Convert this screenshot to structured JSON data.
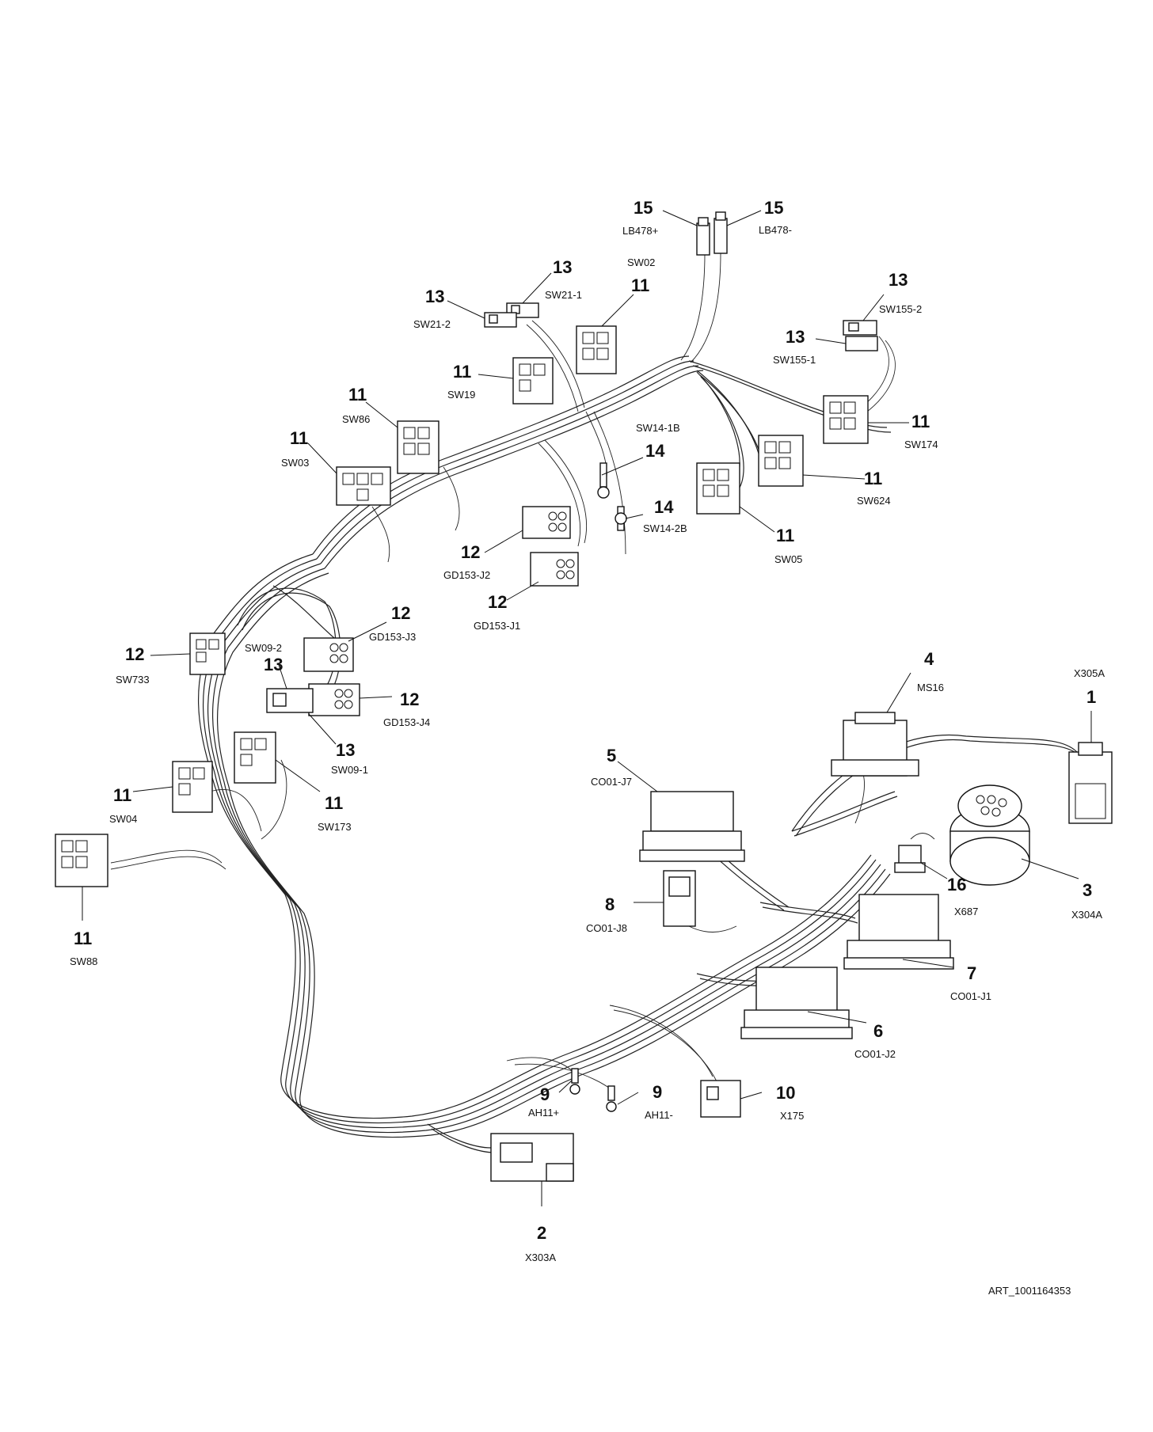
{
  "art_id": "ART_1001164353",
  "callouts": [
    {
      "id": "c15a",
      "number": "15",
      "code": "LB478+"
    },
    {
      "id": "c15b",
      "number": "15",
      "code": "LB478-"
    },
    {
      "id": "sw02",
      "number": "",
      "code": "SW02"
    },
    {
      "id": "c13a",
      "number": "13",
      "code": "SW21-1"
    },
    {
      "id": "c13b",
      "number": "13",
      "code": "SW21-2"
    },
    {
      "id": "c11a",
      "number": "11",
      "code": ""
    },
    {
      "id": "c13c",
      "number": "13",
      "code": "SW155-2"
    },
    {
      "id": "c13d",
      "number": "13",
      "code": "SW155-1"
    },
    {
      "id": "c11b",
      "number": "11",
      "code": "SW19"
    },
    {
      "id": "c11c",
      "number": "11",
      "code": "SW86"
    },
    {
      "id": "sw141b",
      "number": "",
      "code": "SW14-1B"
    },
    {
      "id": "c11d",
      "number": "11",
      "code": "SW174"
    },
    {
      "id": "c11e",
      "number": "11",
      "code": "SW03"
    },
    {
      "id": "c14a",
      "number": "14",
      "code": ""
    },
    {
      "id": "c11f",
      "number": "11",
      "code": "SW624"
    },
    {
      "id": "c14b",
      "number": "14",
      "code": "SW14-2B"
    },
    {
      "id": "c12a",
      "number": "12",
      "code": "GD153-J2"
    },
    {
      "id": "c11g",
      "number": "11",
      "code": "SW05"
    },
    {
      "id": "c12b",
      "number": "12",
      "code": "GD153-J1"
    },
    {
      "id": "c12c",
      "number": "12",
      "code": "GD153-J3"
    },
    {
      "id": "sw092",
      "number": "",
      "code": "SW09-2"
    },
    {
      "id": "c12d",
      "number": "12",
      "code": "SW733"
    },
    {
      "id": "c13e",
      "number": "13",
      "code": ""
    },
    {
      "id": "c12e",
      "number": "12",
      "code": "GD153-J4"
    },
    {
      "id": "c13f",
      "number": "13",
      "code": "SW09-1"
    },
    {
      "id": "c4",
      "number": "4",
      "code": "MS16"
    },
    {
      "id": "c1",
      "number": "1",
      "code": "X305A"
    },
    {
      "id": "c5",
      "number": "5",
      "code": "CO01-J7"
    },
    {
      "id": "c11h",
      "number": "11",
      "code": "SW04"
    },
    {
      "id": "c11i",
      "number": "11",
      "code": "SW173"
    },
    {
      "id": "c16",
      "number": "16",
      "code": "X687"
    },
    {
      "id": "c3",
      "number": "3",
      "code": "X304A"
    },
    {
      "id": "c8",
      "number": "8",
      "code": "CO01-J8"
    },
    {
      "id": "c11j",
      "number": "11",
      "code": "SW88"
    },
    {
      "id": "c7",
      "number": "7",
      "code": "CO01-J1"
    },
    {
      "id": "c6",
      "number": "6",
      "code": "CO01-J2"
    },
    {
      "id": "c9a",
      "number": "9",
      "code": "AH11+"
    },
    {
      "id": "c9b",
      "number": "9",
      "code": "AH11-"
    },
    {
      "id": "c10",
      "number": "10",
      "code": "X175"
    },
    {
      "id": "c2",
      "number": "2",
      "code": "X303A"
    }
  ]
}
